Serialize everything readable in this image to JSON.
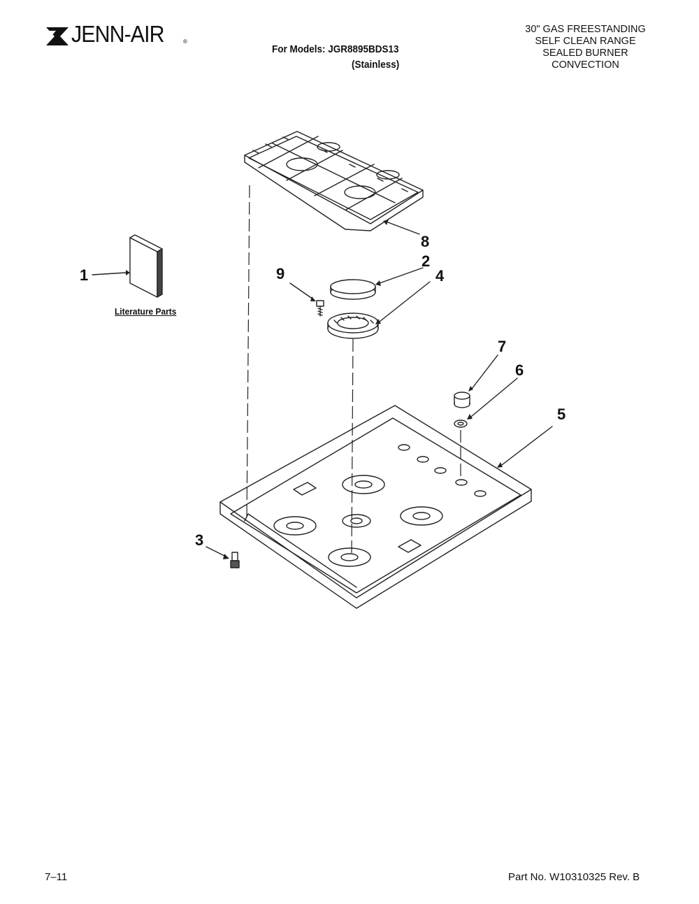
{
  "header": {
    "brand": "JENN-AIR",
    "registered_mark": "®",
    "models_line": "For Models: JGR8895BDS13",
    "finish": "(Stainless)",
    "product_description": [
      "30\" GAS FREESTANDING",
      "SELF CLEAN RANGE",
      "SEALED BURNER",
      "CONVECTION"
    ]
  },
  "diagram": {
    "literature_label": "Literature Parts",
    "callouts": {
      "c1": "1",
      "c2": "2",
      "c3": "3",
      "c4": "4",
      "c5": "5",
      "c6": "6",
      "c7": "7",
      "c8": "8",
      "c9": "9"
    }
  },
  "footer": {
    "page": "7–11",
    "part_number": "Part No. W10310325 Rev. B"
  }
}
